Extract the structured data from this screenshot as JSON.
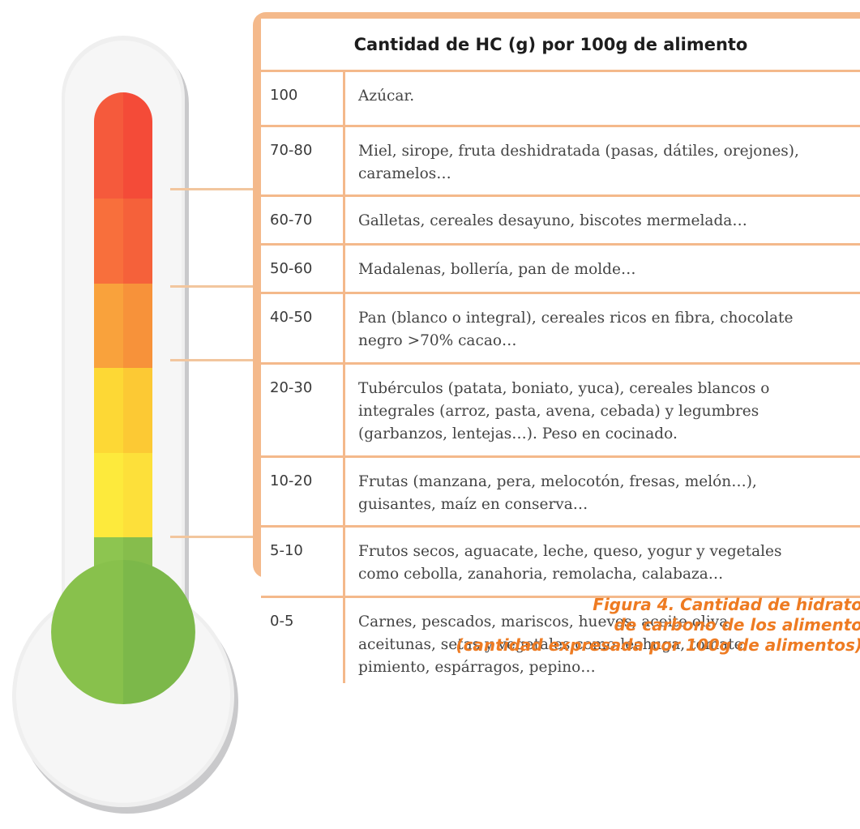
{
  "table": {
    "header": "Cantidad de HC (g) por 100g de alimento",
    "rows": [
      {
        "range": "100",
        "foods": "Azúcar."
      },
      {
        "range": "70-80",
        "foods": "Miel, sirope, fruta deshidratada (pasas, dátiles, orejones), caramelos…"
      },
      {
        "range": "60-70",
        "foods": "Galletas, cereales desayuno, biscotes mermelada…"
      },
      {
        "range": "50-60",
        "foods": "Madalenas, bollería, pan de molde…"
      },
      {
        "range": "40-50",
        "foods": "Pan (blanco o integral), cereales ricos en fibra, chocolate negro >70% cacao…"
      },
      {
        "range": "20-30",
        "foods": "Tubérculos (patata, boniato, yuca), cereales blancos o integrales (arroz, pasta, avena, cebada) y legumbres (garbanzos, lentejas…). Peso en cocinado."
      },
      {
        "range": "10-20",
        "foods": "Frutas (manzana, pera, melocotón, fresas, melón…), guisantes, maíz en conserva…"
      },
      {
        "range": "5-10",
        "foods": "Frutos secos, aguacate, leche, queso, yogur y vegetales como cebolla, zanahoria, remolacha, calabaza…"
      },
      {
        "range": "0-5",
        "foods": "Carnes, pescados, mariscos, huevos, aceite oliva, aceitunas, setas y vegetales como lechuga, tomate, pimiento, espárragos, pepino…"
      }
    ]
  },
  "caption": {
    "line1": "Figura 4. Cantidad de hidrato",
    "line2": "de carbono de los alimento",
    "line3": "(cantidad expresada por 100g de alimentos)"
  },
  "colors": {
    "border": "#f4b98b",
    "caption": "#ee7b22",
    "thermo_bands": [
      "#f44b38",
      "#f5613a",
      "#f7923a",
      "#fccb34",
      "#fde53c",
      "#8bc34a",
      "#7cb84a"
    ]
  }
}
